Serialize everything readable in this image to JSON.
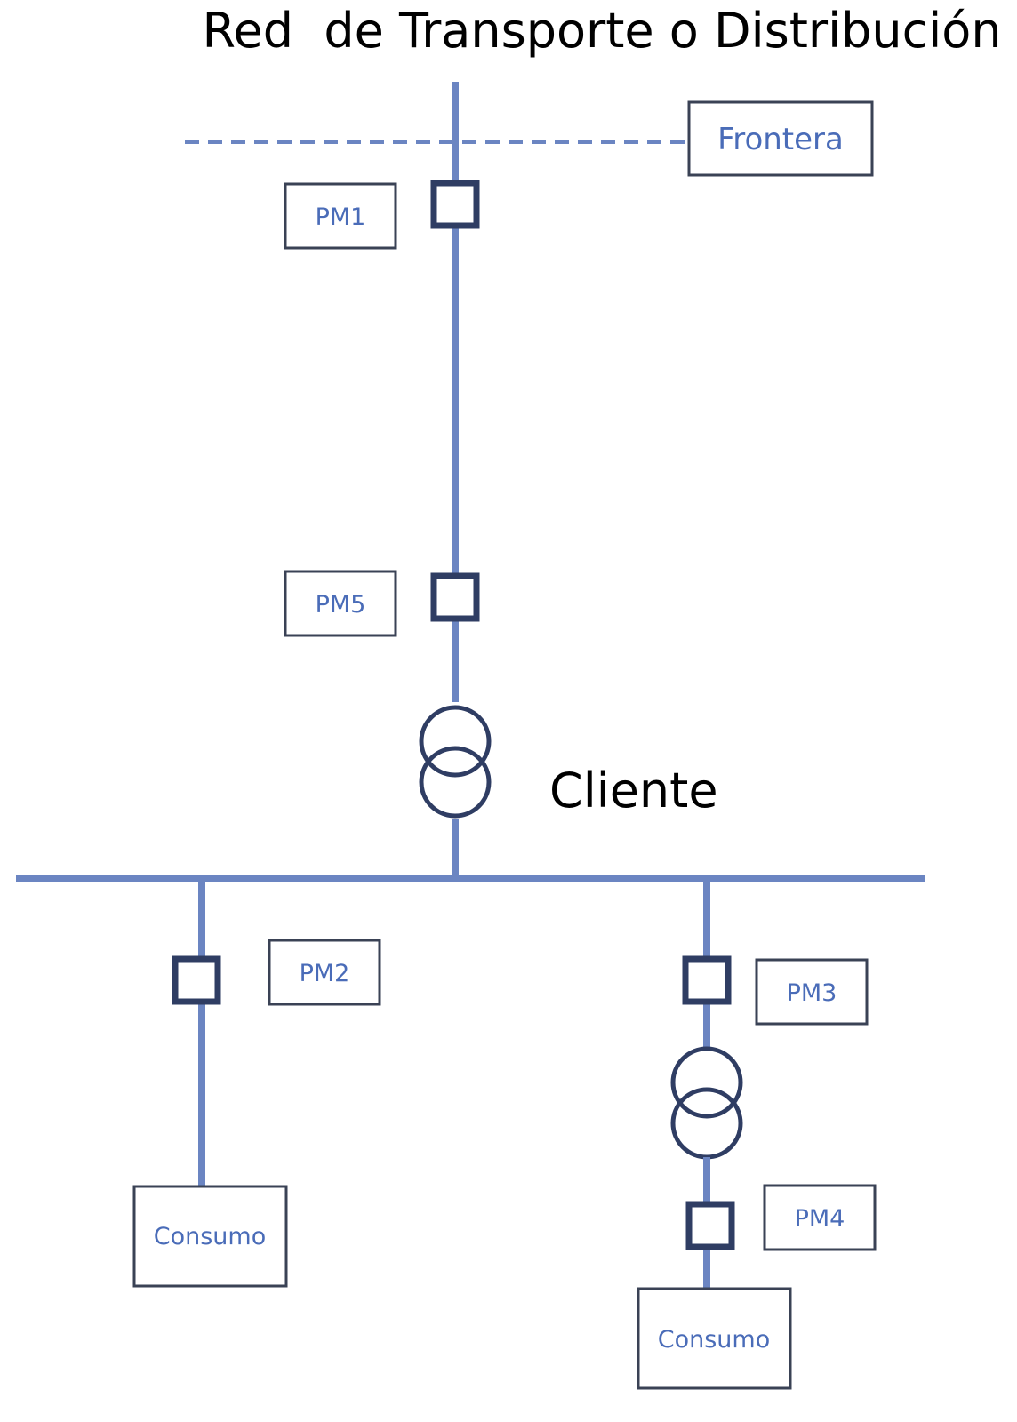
{
  "title": "Red  de Transporte o Distribución",
  "boundary_label": "Frontera",
  "client_label": "Cliente",
  "meters": {
    "pm1": "PM1",
    "pm2": "PM2",
    "pm3": "PM3",
    "pm4": "PM4",
    "pm5": "PM5"
  },
  "loads": {
    "left": "Consumo",
    "right": "Consumo"
  },
  "colors": {
    "line": "#6b85c2",
    "symbol": "#2f3d63",
    "label": "#4a6cb8"
  }
}
